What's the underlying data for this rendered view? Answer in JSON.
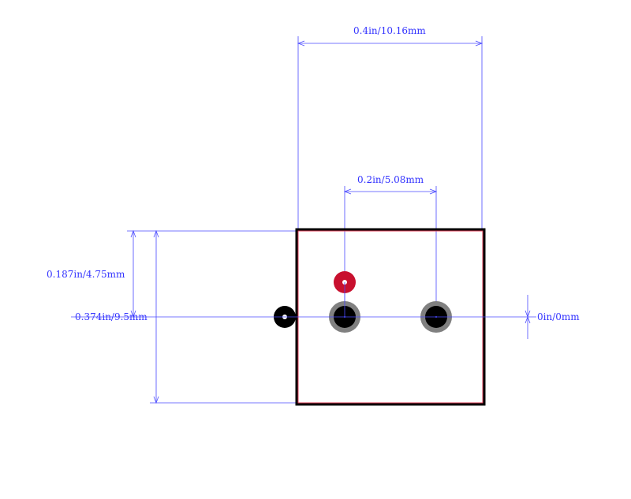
{
  "dimensions": {
    "width_total": "0.4in/10.16mm",
    "pitch": "0.2in/5.08mm",
    "half_height": "0.187in/4.75mm",
    "height_total": "0.374in/9.5mm",
    "offset": "0in/0mm"
  },
  "colors": {
    "dimension": "#3333ff",
    "outline": "#000000",
    "courtyard": "#e0405a",
    "pad_ring": "#808080",
    "pad": "#000000",
    "pin1_marker": "#c8102e",
    "drill": "#ffffff"
  }
}
